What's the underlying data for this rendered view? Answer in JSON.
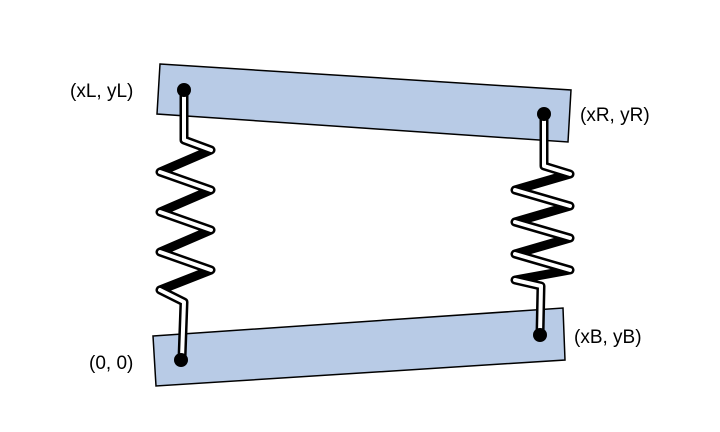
{
  "colors": {
    "bar_fill": "#b8cbe6",
    "bar_stroke": "#000000",
    "spring_back": "#000000",
    "spring_front": "#ffffff",
    "point": "#000000",
    "background": "#ffffff"
  },
  "points": {
    "top_left": {
      "label": "(xL, yL)"
    },
    "top_right": {
      "label": "(xR, yR)"
    },
    "bottom_left": {
      "label": "(0, 0)"
    },
    "bottom_right": {
      "label": "(xB, yB)"
    }
  }
}
